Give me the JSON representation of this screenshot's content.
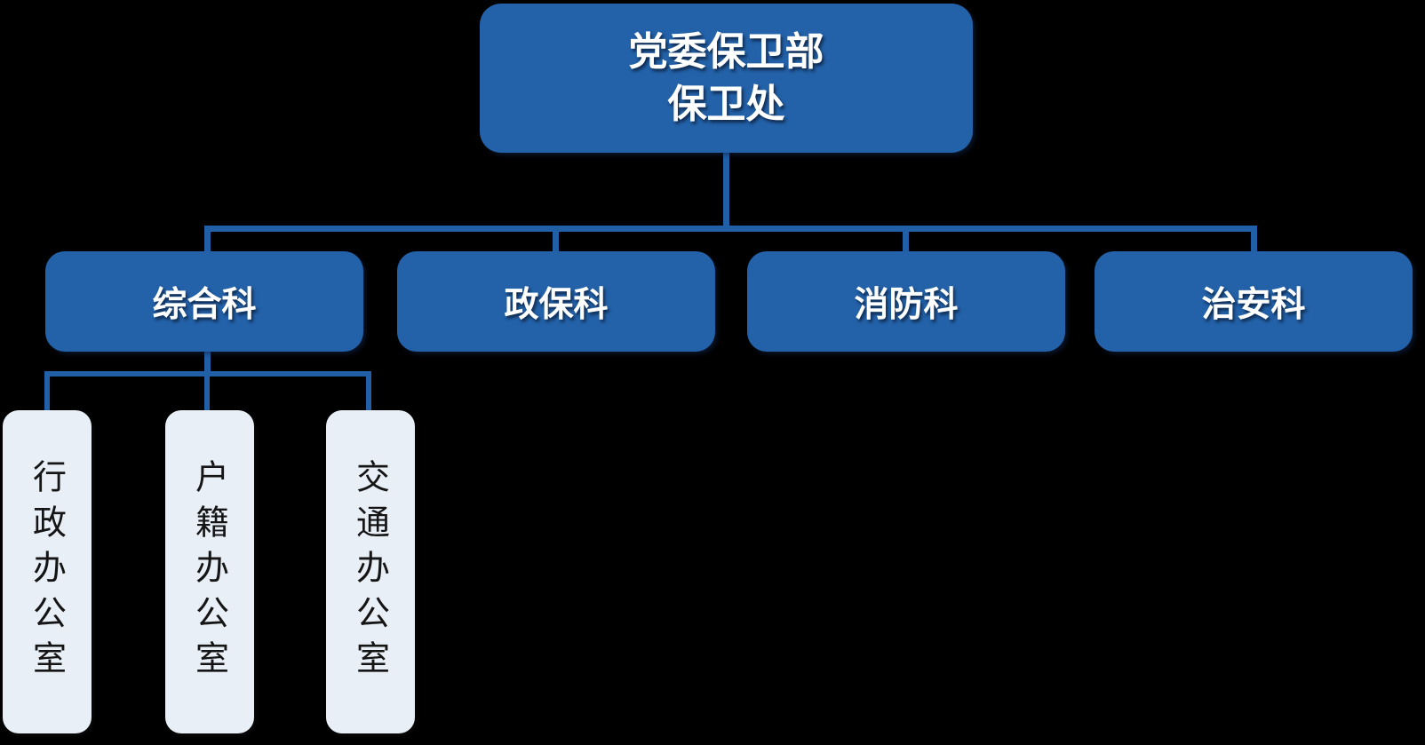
{
  "org_chart": {
    "type": "org-hierarchy-diagram",
    "root": {
      "line1": "党委保卫部",
      "line2": "保卫处"
    },
    "departments": [
      {
        "label": "综合科"
      },
      {
        "label": "政保科"
      },
      {
        "label": "消防科"
      },
      {
        "label": "治安科"
      }
    ],
    "offices_parent": "综合科",
    "offices": [
      {
        "label": "行政办公室"
      },
      {
        "label": "户籍办公室"
      },
      {
        "label": "交通办公室"
      }
    ],
    "colors": {
      "background": "#000000",
      "node_blue": "#2361A8",
      "connector_blue": "#2160A7",
      "office_fill": "#E9EFF6",
      "node_text": "#FFFFFF",
      "office_text": "#151515"
    }
  }
}
